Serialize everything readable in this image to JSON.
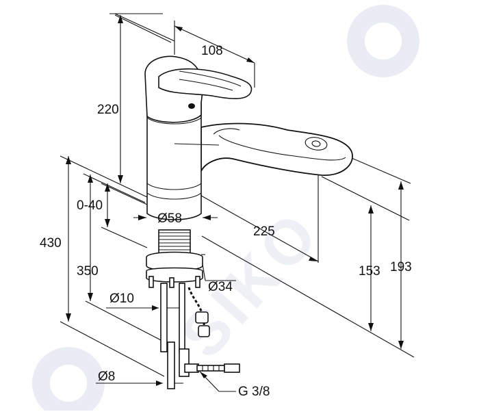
{
  "dimensions": {
    "spout_projection": "108",
    "height_to_lever": "220",
    "body_diameter": "Ø58",
    "spout_reach": "225",
    "plate_thickness": "0-40",
    "total_height": "430",
    "hose_length": "350",
    "rod_diameter": "Ø10",
    "tube_diameter": "Ø8",
    "shank_diameter": "Ø34",
    "connection_thread": "G 3/8",
    "outlet_height": "153",
    "overall_spout_height": "193"
  },
  "colors": {
    "line": "#111111",
    "watermark": "#e9edf3",
    "background": "#ffffff"
  }
}
